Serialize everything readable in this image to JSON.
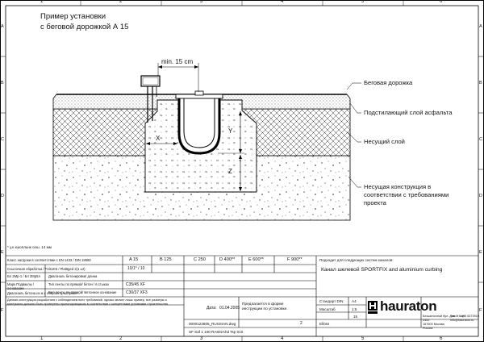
{
  "frame": {
    "top_numbers": [
      "1",
      "2",
      "3",
      "4",
      "5",
      "6"
    ],
    "side_letters": [
      "A",
      "B",
      "C",
      "D",
      "E",
      "F"
    ]
  },
  "drawing": {
    "title_line1": "Пример установки",
    "title_line2": "с беговой дорожкой А 15",
    "dimension_label": "min. 15 cm",
    "dim_x": "X",
    "dim_y": "Y",
    "dim_z": "Z",
    "callouts": [
      "Беговая дорожка",
      "Подстилающий слой асфальта",
      "Несущий слой",
      "Несущая конструкция в",
      "соответствии с требованиями",
      "проекта"
    ],
    "footnote": "* у.к кшопльнк сеш. 14 мм"
  },
  "table": {
    "col_headers": [
      "A 15",
      "B 125",
      "C 250",
      "D 400**",
      "E 600**",
      "F 900**"
    ],
    "row_left": [
      "Класс нагрузки в соответствии с EN 1433 / DIN 19580",
      "Ссылочная обработка / Fels1K5 / Plat6ged 2(1 ±2)",
      "Бл 2Мр-1 / Бл 2Мр5л",
      "Марк.Подваклы / основании",
      "Диагональ бетона из ж.х отпуска гульстриле..."
    ],
    "row_values": [
      "10/1* / 10",
      "",
      "C35/45 XF",
      "C30/37 XF3"
    ],
    "mid_notes": [
      "Диагональ бетонировки/ длина",
      "Тип ленты по прямой/ бетон / в стыках",
      "Вил ленты по прямой/ Бетонное основание"
    ],
    "right_top_label": "Подходит для следующих систем каналов:",
    "right_product": "Канал шелевой SPORTFIX and aluminium curbing",
    "standard_label": "Стандарт DIN",
    "standard_value": "A4",
    "scale_label": "Масштаб",
    "scale_value": "1:5",
    "sheet_label": "Ellöss",
    "sheet_value": "15",
    "date_label": "Дата:",
    "date_value": "01.04.2005",
    "note_center": "Предлагается в форме",
    "note_center2": "инструкции по установке.",
    "file_name": "0000122805_RUSSIAN.dwg",
    "revision": "2",
    "bottom_code": "SF Saf 1  100 RA60zAhd Tsp 010",
    "logo": "hauraton",
    "address_lines": [
      "Бесшелочной бул. дом 6, кор",
      "2452",
      "167603 Москва",
      "Россия"
    ],
    "contacts": [
      "Тел. +7 495 6373910",
      "info@hauraton.ru"
    ],
    "disclaimer": "Данная конструкция разработана с соблюдением всех требований, однако являет лишь пример, все размеры и материалы должны быть проверены проектировщиком в соответствии с конкретными условиями строительства."
  }
}
